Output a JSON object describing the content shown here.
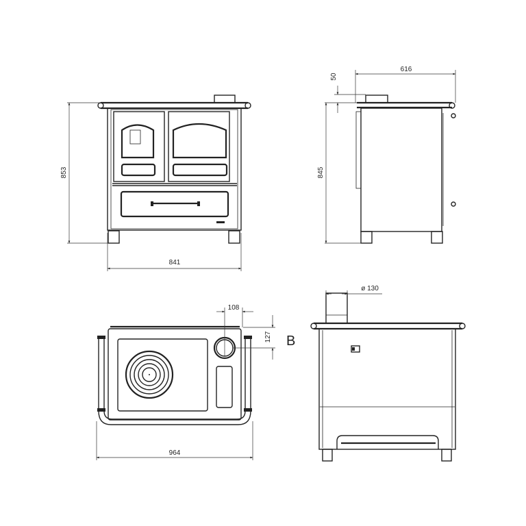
{
  "front_view": {
    "height_label": "853",
    "width_label": "841"
  },
  "side_view": {
    "depth_label": "616",
    "top_offset_label": "50",
    "height_label": "845"
  },
  "top_view": {
    "width_label": "964",
    "flue_x_label": "108",
    "flue_y_label": "127",
    "view_marker": "B"
  },
  "back_view": {
    "flue_diameter_label": "ø 130"
  }
}
